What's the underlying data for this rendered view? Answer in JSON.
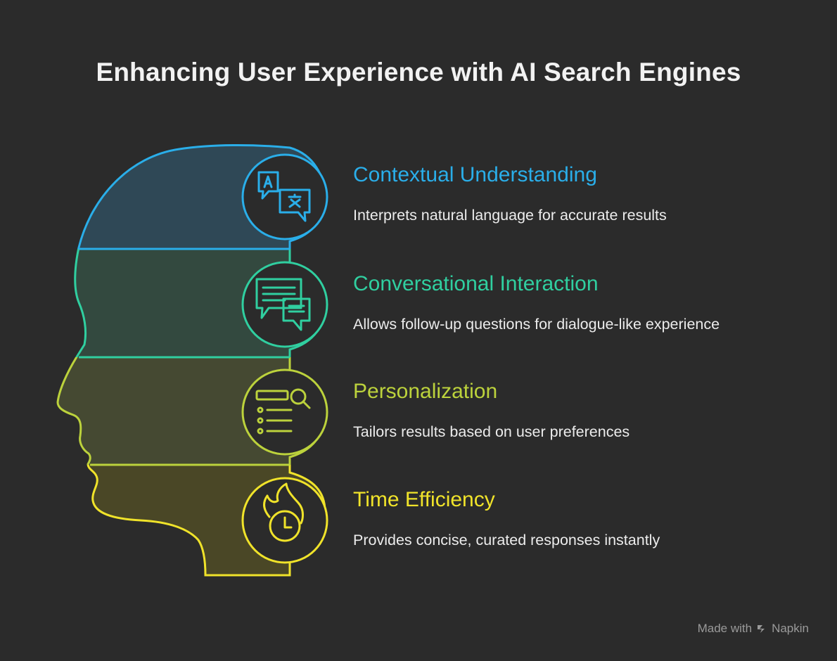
{
  "title": "Enhancing User Experience with AI Search Engines",
  "items": [
    {
      "title": "Contextual Understanding",
      "desc": "Interprets natural language for accurate results",
      "color": "#2aaee9",
      "icon": "translate-icon"
    },
    {
      "title": "Conversational Interaction",
      "desc": "Allows follow-up questions for dialogue-like experience",
      "color": "#30cfa0",
      "icon": "chat-bubbles-icon"
    },
    {
      "title": "Personalization",
      "desc": "Tailors results based on user preferences",
      "color": "#bcd23c",
      "icon": "search-list-icon"
    },
    {
      "title": "Time Efficiency",
      "desc": "Provides concise, curated responses instantly",
      "color": "#f0e32a",
      "icon": "fire-clock-icon"
    }
  ],
  "footer": {
    "prefix": "Made with",
    "brand": "Napkin"
  }
}
